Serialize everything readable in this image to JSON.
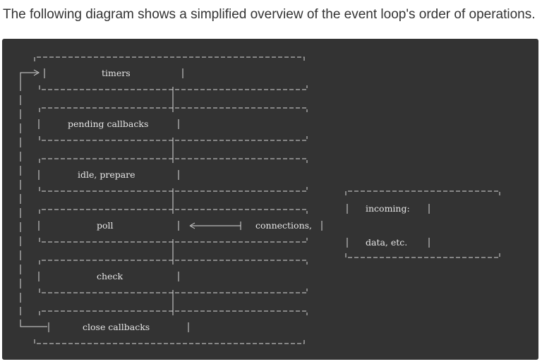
{
  "intro_text": "The following diagram shows a simplified overview of the event loop's order of operations.",
  "phases": [
    {
      "id": "timers",
      "label": "timers"
    },
    {
      "id": "pending-callbacks",
      "label": "pending callbacks"
    },
    {
      "id": "idle-prepare",
      "label": "idle, prepare"
    },
    {
      "id": "poll",
      "label": "poll"
    },
    {
      "id": "check",
      "label": "check"
    },
    {
      "id": "close-callbacks",
      "label": "close callbacks"
    }
  ],
  "incoming": {
    "line1": "incoming:",
    "line2": "connections,",
    "line3": "data, etc."
  },
  "colors": {
    "panel_bg": "#333333",
    "line": "#d8d8d8",
    "text": "#e6e6e6"
  }
}
